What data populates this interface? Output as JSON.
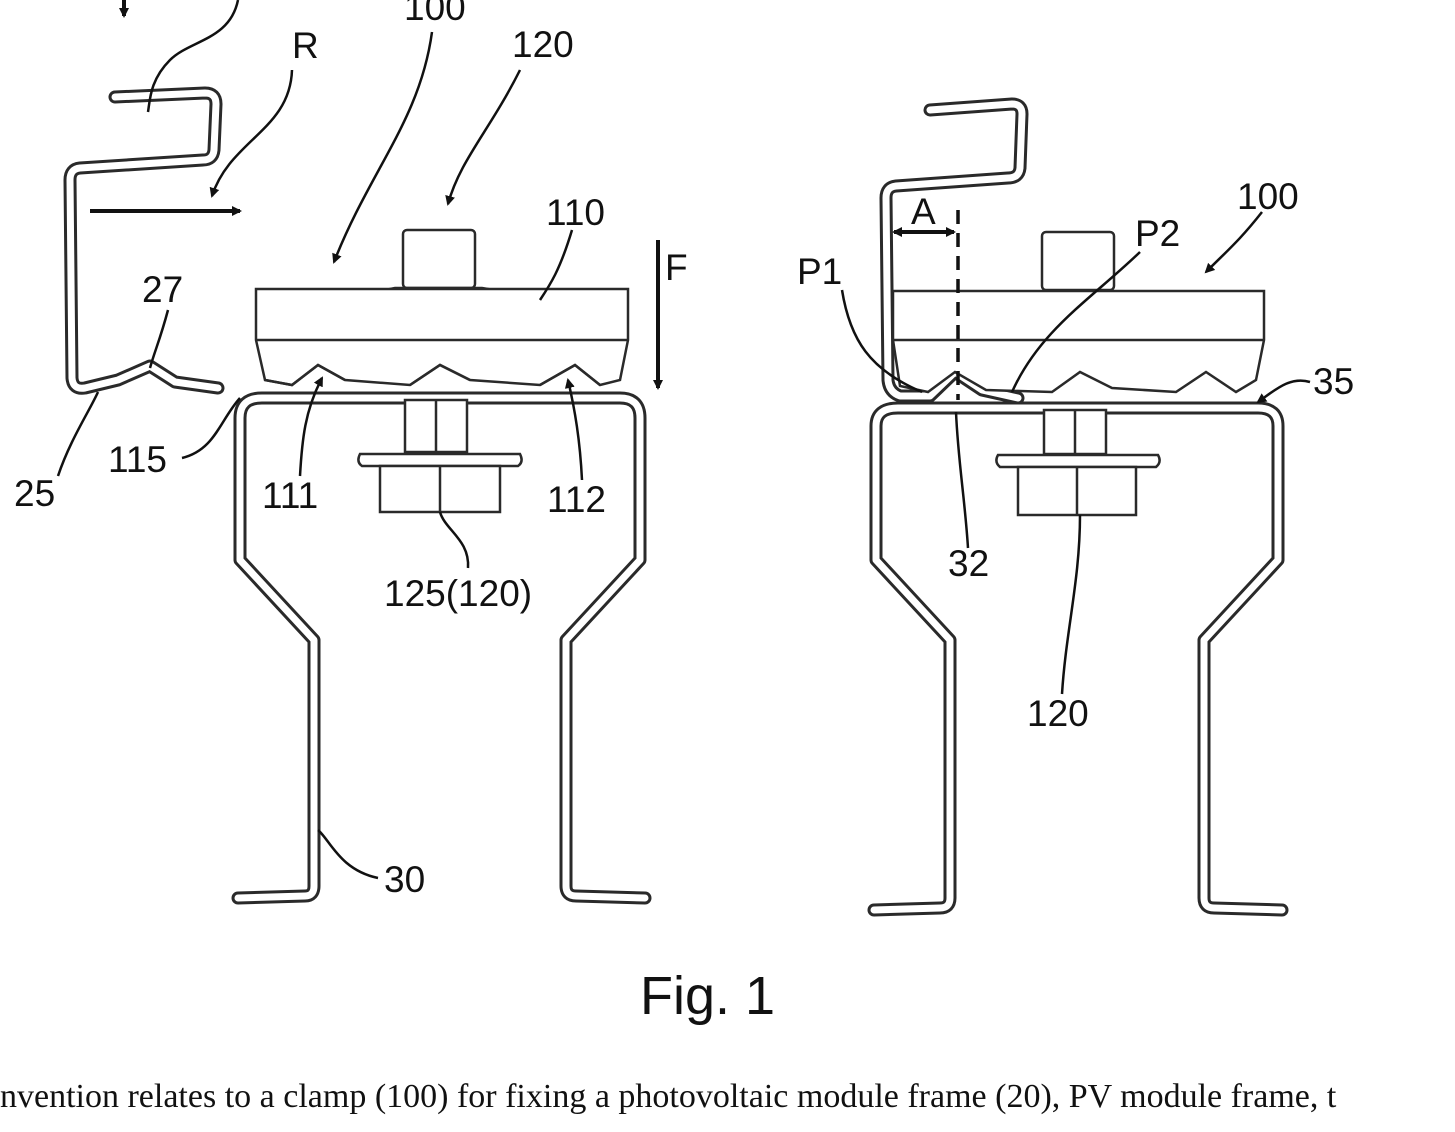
{
  "figure": {
    "caption": "Fig. 1",
    "left_view": {
      "labels": {
        "l_100": "100",
        "l_120": "120",
        "l_R": "R",
        "l_110": "110",
        "l_F": "F",
        "l_27": "27",
        "l_25": "25",
        "l_115": "115",
        "l_111": "111",
        "l_112": "112",
        "l_125": "125(120)",
        "l_30": "30"
      }
    },
    "right_view": {
      "labels": {
        "l_A": "A",
        "l_P1": "P1",
        "l_P2": "P2",
        "l_100": "100",
        "l_35": "35",
        "l_32": "32",
        "l_120": "120"
      }
    }
  },
  "body_text": "nvention relates to a clamp (100) for fixing a photovoltaic module frame (20), PV module frame, t"
}
